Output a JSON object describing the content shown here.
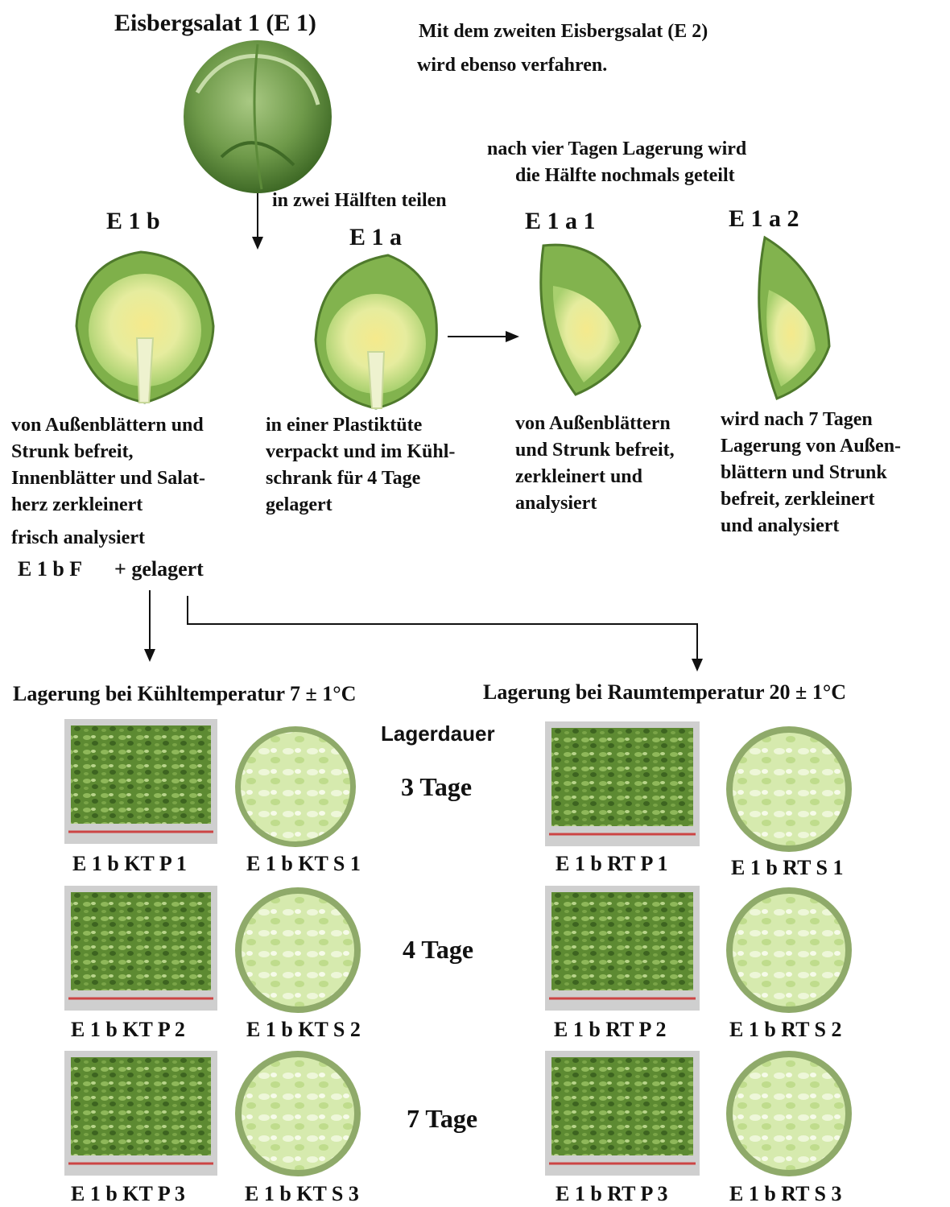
{
  "header": {
    "title": "Eisbergsalat 1 (E 1)",
    "note_line1": "Mit dem zweiten Eisbergsalat (E 2)",
    "note_line2": "wird ebenso verfahren."
  },
  "step_split": "in zwei Hälften teilen",
  "step_regsplit_line1": "nach vier Tagen Lagerung wird",
  "step_regsplit_line2": "die Hälfte nochmals geteilt",
  "samples": {
    "e1b": "E 1 b",
    "e1a": "E 1 a",
    "e1a1": "E 1 a 1",
    "e1a2": "E 1 a 2"
  },
  "descriptions": {
    "e1b": [
      "von Außenblättern und",
      "Strunk befreit,",
      "Innenblätter und Salat-",
      "herz zerkleinert"
    ],
    "e1a": [
      "in einer Plastiktüte",
      "verpackt und im Kühl-",
      "schrank für 4 Tage",
      "gelagert"
    ],
    "e1a1": [
      "von Außenblättern",
      "und Strunk befreit,",
      "zerkleinert und",
      "analysiert"
    ],
    "e1a2": [
      "wird nach 7 Tagen",
      "Lagerung von Außen-",
      "blättern und Strunk",
      "befreit, zerkleinert",
      "und analysiert"
    ]
  },
  "fresh_analyzed": "frisch analysiert",
  "fresh_code": "E 1 b F",
  "stored_label": "+ gelagert",
  "storage": {
    "cool_title": "Lagerung bei Kühltemperatur 7 ± 1°C",
    "room_title": "Lagerung bei Raumtemperatur 20 ± 1°C",
    "duration_label": "Lagerdauer",
    "durations": [
      "3 Tage",
      "4 Tage",
      "7 Tage"
    ],
    "kt_p": [
      "E 1 b KT P 1",
      "E 1 b KT P 2",
      "E 1 b KT P 3"
    ],
    "kt_s": [
      "E 1 b KT S 1",
      "E 1 b KT S 2",
      "E 1 b KT S 3"
    ],
    "rt_p": [
      "E 1 b RT P 1",
      "E 1 b RT P 2",
      "E 1 b RT P 3"
    ],
    "rt_s": [
      "E 1 b RT S 1",
      "E 1 b RT S 2",
      "E 1 b RT S 3"
    ]
  },
  "colors": {
    "lettuce_dark": "#4f7a2c",
    "lettuce_light": "#9fc56b",
    "core_yellow": "#f2e88a",
    "bag_green": "#5d8a32",
    "dish_green": "#d7ecb1"
  }
}
